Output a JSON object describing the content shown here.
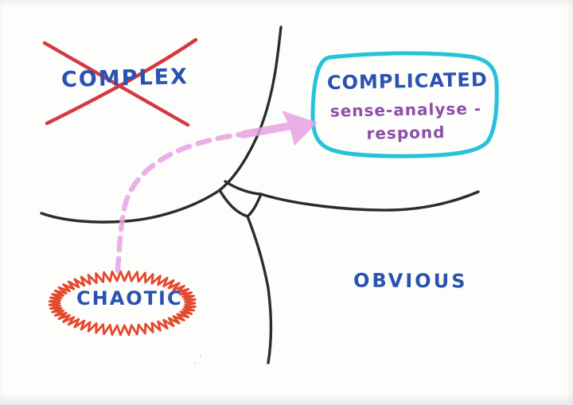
{
  "colors": {
    "ink_black": "#2c2c2c",
    "marker_blue": "#2a52b0",
    "marker_red": "#d5383f",
    "marker_orange_red": "#e3492e",
    "marker_cyan": "#27c2da",
    "marker_purple": "#8d4ea9",
    "marker_pink": "#e9a2e4"
  },
  "quadrants": {
    "complex": {
      "label": "COMPLEX"
    },
    "complicated": {
      "label": "COMPLICATED",
      "note_line1": "sense-analyse -",
      "note_line2": "respond"
    },
    "chaotic": {
      "label": "CHAOTIC"
    },
    "obvious": {
      "label": "OBVIOUS"
    }
  }
}
